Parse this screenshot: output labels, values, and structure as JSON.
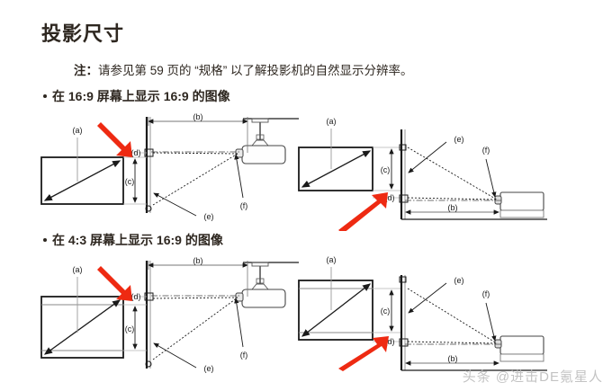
{
  "document": {
    "title": "投影尺寸",
    "note": {
      "label": "注：",
      "text": "请参见第 59 页的 “规格” 以了解投影机的自然显示分辨率。"
    },
    "bullets": [
      {
        "text": "在 16:9 屏幕上显示 16:9 的图像"
      },
      {
        "text": "在 4:3 屏幕上显示 16:9 的图像"
      }
    ],
    "watermark": "头条 @进击DE氪星人"
  },
  "colors": {
    "arrow_red": "#ee2a12",
    "line_dark": "#1a1a1a",
    "line_gray": "#9a9a9a",
    "text": "#2e2720",
    "background": "#ffffff",
    "watermark": "#b9b9b9"
  },
  "diagrams": [
    {
      "id": "diagram-tl",
      "name": "ceiling-mount-16-9-screen-16-9-image",
      "mount": "ceiling",
      "screen_ratio": "16:9",
      "image_ratio": "16:9",
      "arrow_direction": "down-right",
      "labels": {
        "a": "(a)",
        "b": "(b)",
        "c": "(c)",
        "d": "(d)",
        "e": "(e)",
        "f": "(f)"
      }
    },
    {
      "id": "diagram-tr",
      "name": "table-mount-16-9-screen-16-9-image",
      "mount": "table",
      "screen_ratio": "16:9",
      "image_ratio": "16:9",
      "arrow_direction": "up-right",
      "labels": {
        "a": "(a)",
        "b": "(b)",
        "c": "(c)",
        "d": "(d)",
        "e": "(e)",
        "f": "(f)"
      }
    },
    {
      "id": "diagram-bl",
      "name": "ceiling-mount-4-3-screen-16-9-image",
      "mount": "ceiling",
      "screen_ratio": "4:3",
      "image_ratio": "16:9",
      "arrow_direction": "down-right",
      "labels": {
        "a": "(a)",
        "b": "(b)",
        "c": "(c)",
        "d": "(d)",
        "e": "(e)",
        "f": "(f)"
      }
    },
    {
      "id": "diagram-br",
      "name": "table-mount-4-3-screen-16-9-image",
      "mount": "table",
      "screen_ratio": "4:3",
      "image_ratio": "16:9",
      "arrow_direction": "up-right",
      "labels": {
        "a": "(a)",
        "b": "(b)",
        "c": "(c)",
        "d": "(d)",
        "e": "(e)",
        "f": "(f)"
      }
    }
  ]
}
